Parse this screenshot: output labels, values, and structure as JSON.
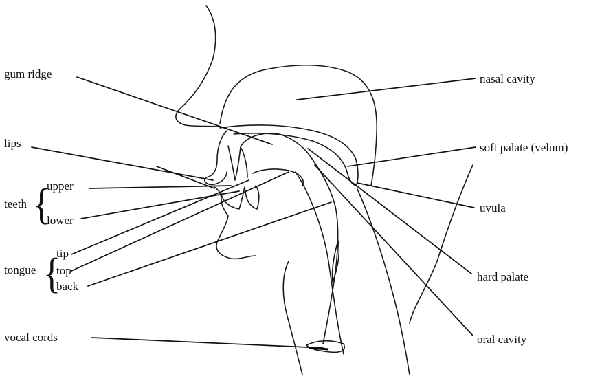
{
  "labels": {
    "gum_ridge": "gum ridge",
    "lips": "lips",
    "teeth": "teeth",
    "upper": "upper",
    "lower": "lower",
    "tongue": "tongue",
    "tip": "tip",
    "top": "top",
    "back": "back",
    "vocal_cords": "vocal cords",
    "nasal_cavity": "nasal cavity",
    "soft_palate": "soft palate (velum)",
    "uvula": "uvula",
    "hard_palate": "hard palate",
    "oral_cavity": "oral cavity"
  }
}
